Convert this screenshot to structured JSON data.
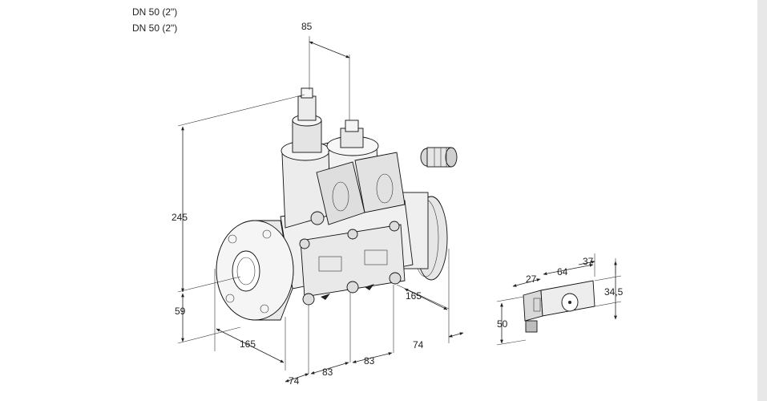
{
  "header": {
    "line1": "DN 50 (2\")",
    "line2": "DN 50 (2\")"
  },
  "dimensions": {
    "d85": "85",
    "d245": "245",
    "d59": "59",
    "d165_left": "165",
    "d165_right": "165",
    "d74_bottom": "74",
    "d74_right": "74",
    "d83_a": "83",
    "d83_b": "83",
    "d27": "27",
    "d64": "64",
    "d37": "37",
    "d34_5": "34,5",
    "d50": "50"
  },
  "colors": {
    "line": "#222222",
    "part_fill": "#f2f2f2",
    "part_shade": "#cfcfcf",
    "dark": "#555555",
    "strip": "#e8e8e8"
  }
}
